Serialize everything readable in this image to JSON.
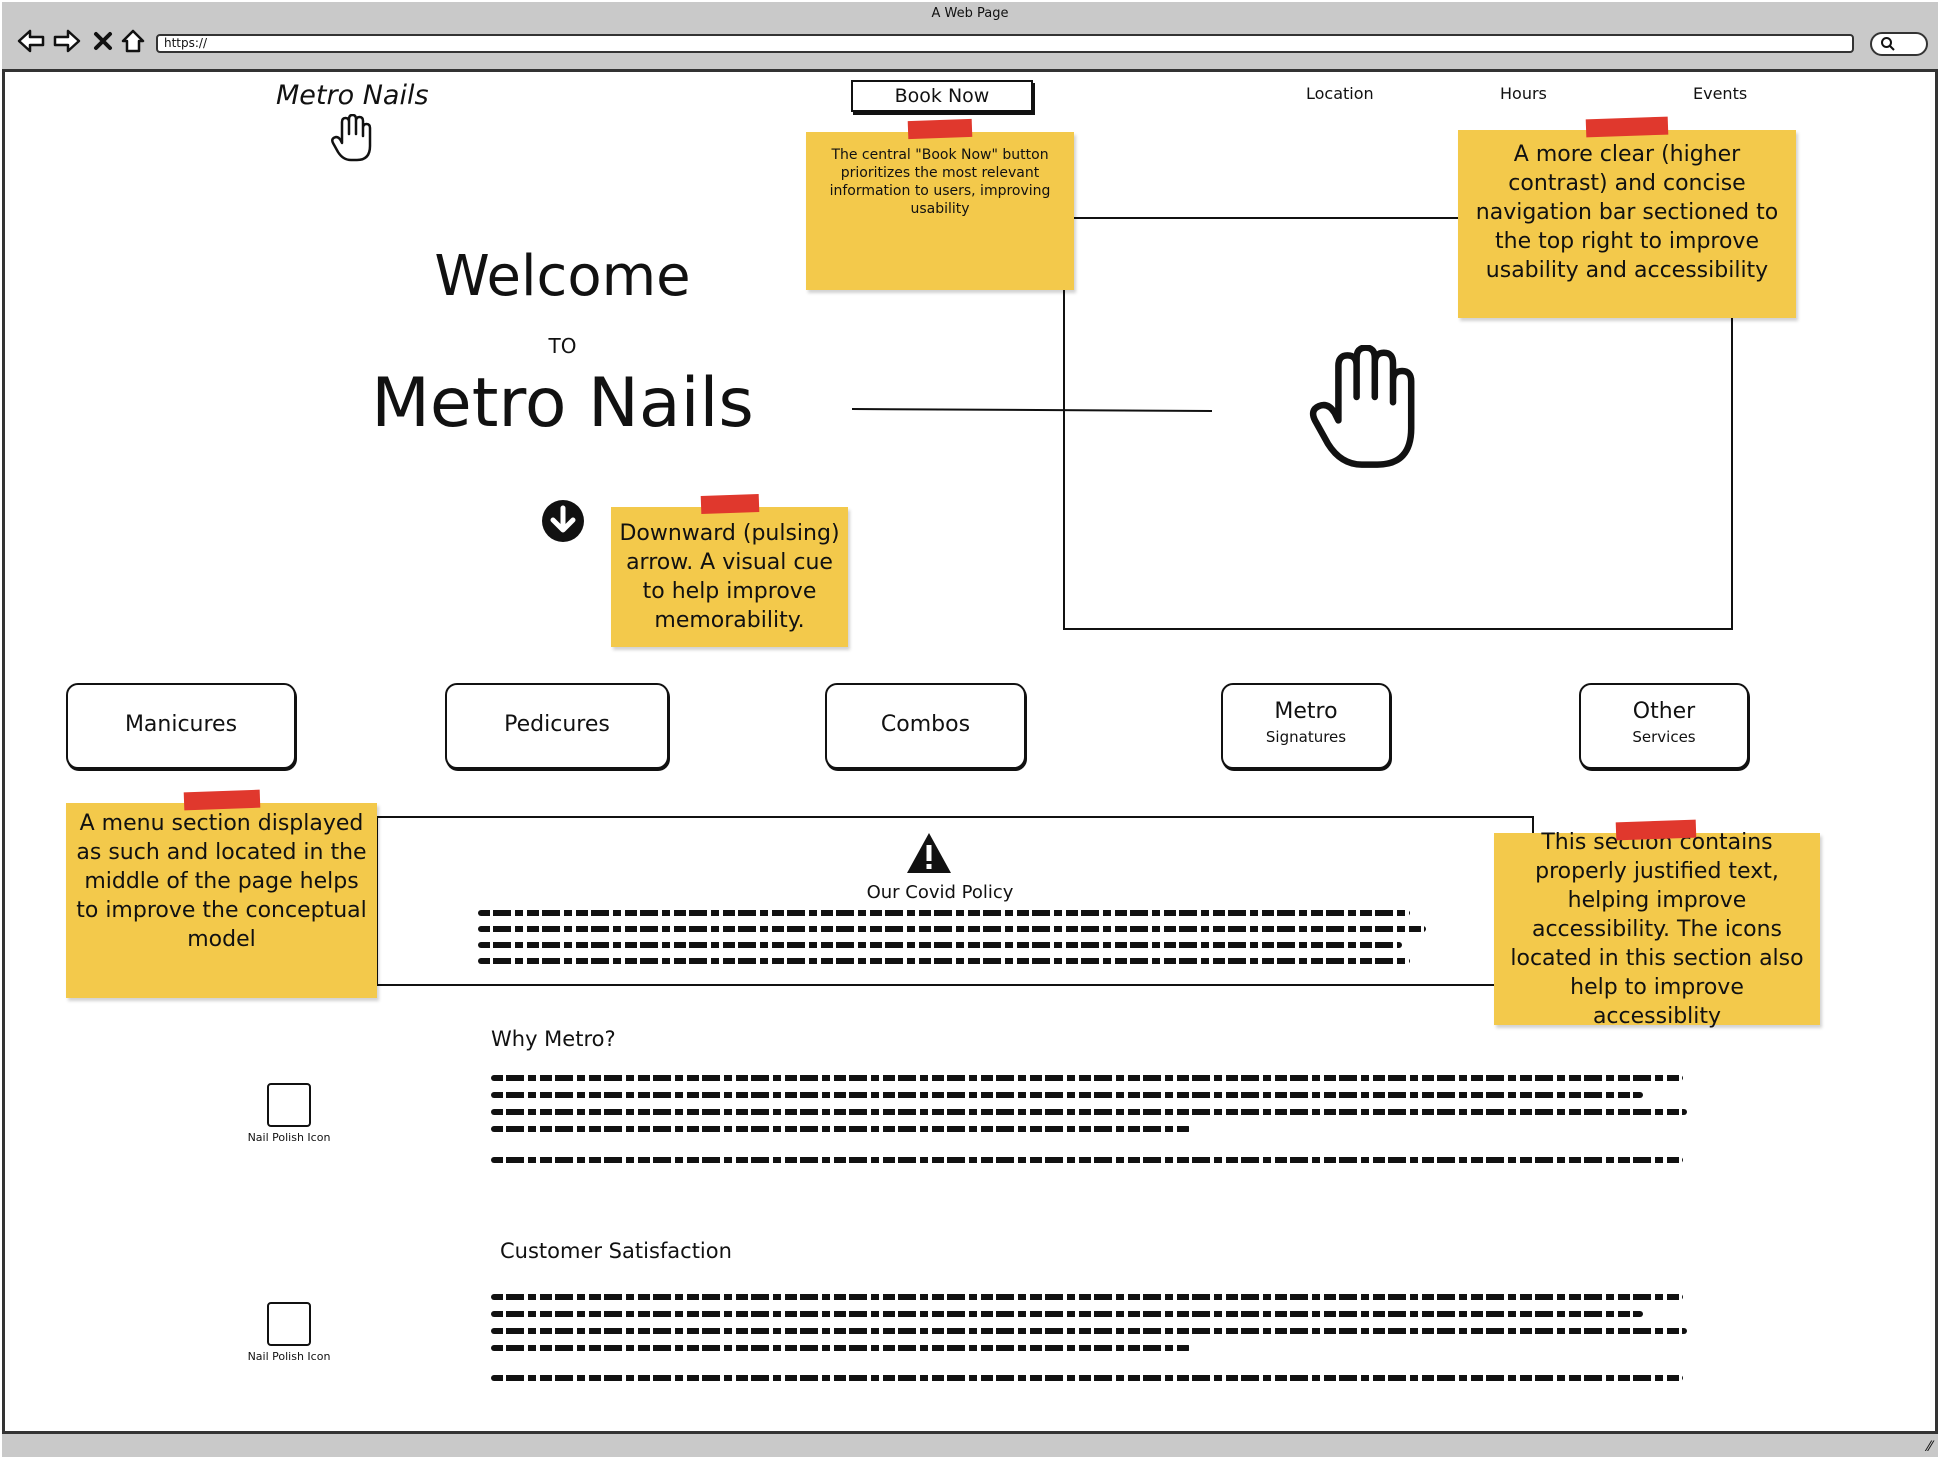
{
  "browser": {
    "window_title": "A Web Page",
    "url": "https://",
    "icons": {
      "back": "back-arrow-icon",
      "forward": "forward-arrow-icon",
      "stop": "close-icon",
      "home": "home-icon",
      "search": "search-icon"
    }
  },
  "header": {
    "logo": "Metro Nails",
    "book_now": "Book Now",
    "nav": [
      "Location",
      "Hours",
      "Events"
    ]
  },
  "hero": {
    "line1": "Welcome",
    "line2": "TO",
    "line3": "Metro Nails"
  },
  "services": [
    {
      "label": "Manicures",
      "sub": ""
    },
    {
      "label": "Pedicures",
      "sub": ""
    },
    {
      "label": "Combos",
      "sub": ""
    },
    {
      "label": "Metro",
      "sub": "Signatures"
    },
    {
      "label": "Other",
      "sub": "Services"
    }
  ],
  "covid": {
    "title": "Our Covid Policy",
    "icon": "warning-icon"
  },
  "why": {
    "title": "Why Metro?",
    "icon_label": "Nail Polish Icon"
  },
  "satisfaction": {
    "title": "Customer Satisfaction",
    "icon_label": "Nail Polish Icon"
  },
  "notes": {
    "book_now": "The central \"Book Now\" button prioritizes the most relevant information to users, improving usability",
    "navbar": "A more clear (higher contrast) and concise navigation bar sectioned to the top right to improve usability and accessibility",
    "arrow": "Downward (pulsing) arrow. A visual cue to help improve memorability.",
    "menu": "A menu section displayed as such and located in the middle of the page helps to improve the conceptual model",
    "justified": "This section contains properly justified text, helping improve accessibility. The icons located in this section also help to improve accessiblity"
  },
  "colors": {
    "note": "#f3c94b",
    "tape": "#e0382d",
    "chrome": "#c9c9c9"
  }
}
